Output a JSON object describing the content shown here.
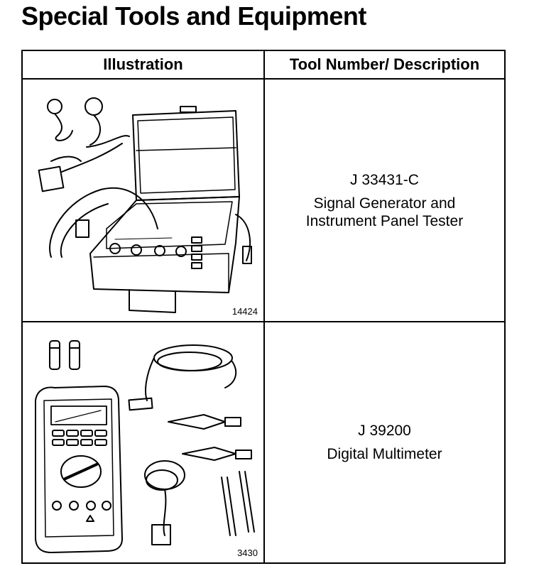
{
  "page": {
    "title": "Special Tools and Equipment"
  },
  "table": {
    "headers": {
      "illustration": "Illustration",
      "description": "Tool Number/ Description"
    },
    "rows": [
      {
        "figure_number": "14424",
        "tool_number": "J 33431-C",
        "description": "Signal Generator and\nInstrument Panel Tester",
        "illustration_icon": "signal-generator-case-illustration"
      },
      {
        "figure_number": "3430",
        "tool_number": "J 39200",
        "description": "Digital Multimeter",
        "illustration_icon": "digital-multimeter-illustration"
      }
    ]
  }
}
